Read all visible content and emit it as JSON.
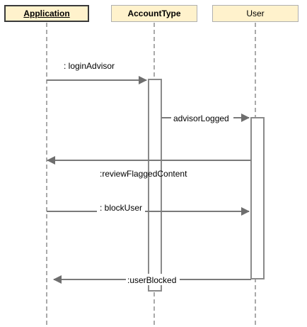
{
  "lifelines": {
    "application": "Application",
    "accounttype": "AccountType",
    "user": "User"
  },
  "messages": [
    {
      "label": ": loginAdvisor",
      "from": "Application",
      "to": "AccountType"
    },
    {
      "label": "advisorLogged",
      "from": "AccountType",
      "to": "User"
    },
    {
      "label": ":reviewFlaggedContent",
      "from": "User",
      "to": "Application"
    },
    {
      "label": ": blockUser",
      "from": "Application",
      "to": "User"
    },
    {
      "label": ":userBlocked",
      "from": "User",
      "to": "Application"
    }
  ],
  "colors": {
    "header_fill": "#fff2cc",
    "line": "#808080",
    "activation_fill": "#ffffff"
  }
}
